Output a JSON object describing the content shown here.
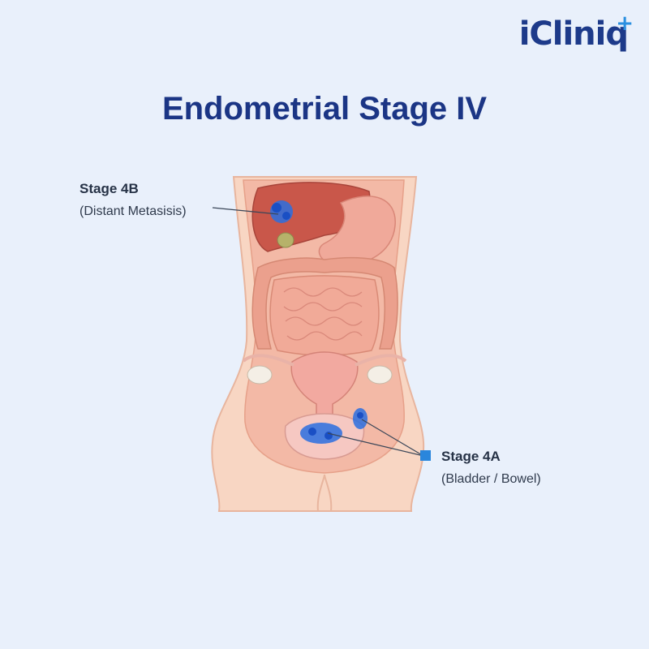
{
  "brand": {
    "logo_text": "iCliniq",
    "logo_plus": "+"
  },
  "title": "Endometrial Stage IV",
  "annotations": {
    "stage_4b": {
      "label": "Stage 4B",
      "sub": "(Distant Metasisis)"
    },
    "stage_4a": {
      "label": "Stage 4A",
      "sub": "(Bladder / Bowel)"
    }
  },
  "colors": {
    "background": "#e9f0fb",
    "title": "#1b3585",
    "tumor": "#2a6fe0",
    "marker": "#2a86dc"
  }
}
